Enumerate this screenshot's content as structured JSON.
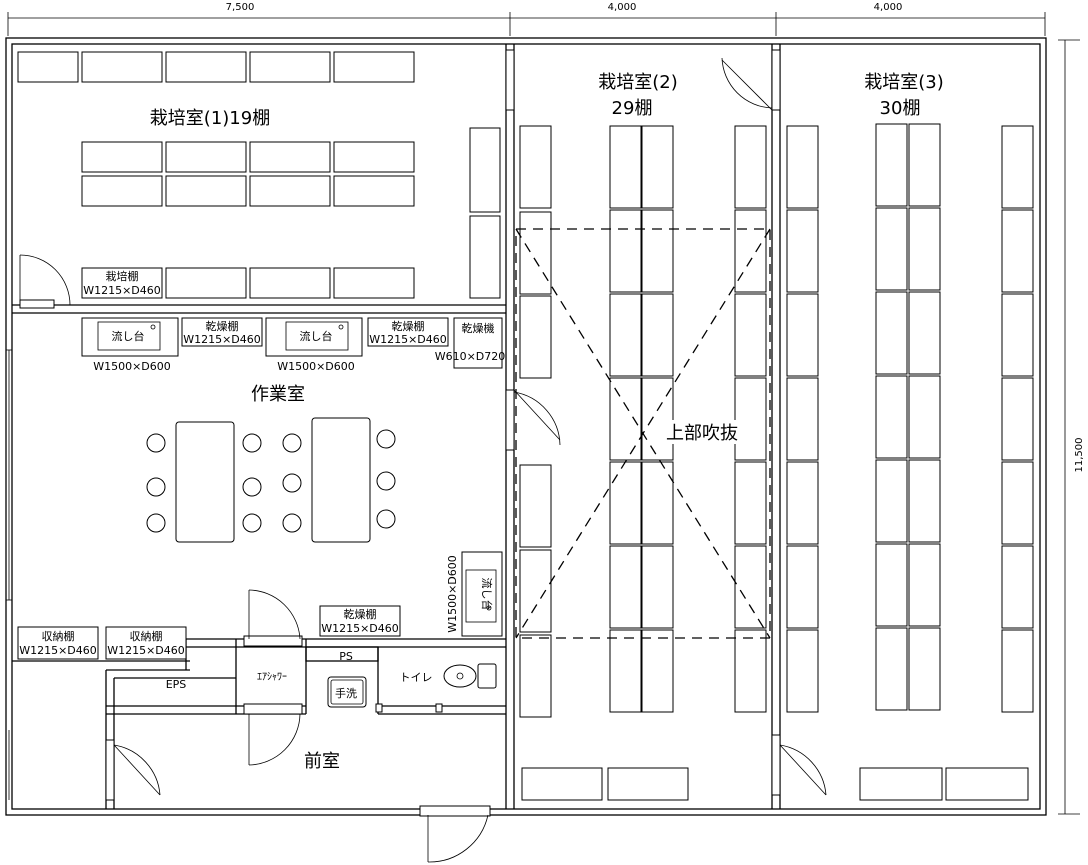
{
  "dimensions": {
    "top": [
      "7,500",
      "4,000",
      "4,000"
    ],
    "right": "11,500"
  },
  "rooms": {
    "cultivation1": "栽培室(1)19棚",
    "cultivation2_line1": "栽培室(2)",
    "cultivation2_line2": "29棚",
    "cultivation3_line1": "栽培室(3)",
    "cultivation3_line2": "30棚",
    "workroom": "作業室",
    "open_above": "上部吹抜",
    "anteroom": "前室",
    "toilet": "トイレ",
    "air_shower": "ｴｱｼｬﾜｰ",
    "eps": "EPS",
    "ps": "PS"
  },
  "fixtures": {
    "shelf_label": "栽培棚",
    "shelf_size": "W1215×D460",
    "sink_label": "流し台",
    "sink_size": "W1500×D600",
    "dry_shelf_label": "乾燥棚",
    "dry_shelf_size": "W1215×D460",
    "dryer_label": "乾燥機",
    "dryer_size": "W610×D720",
    "storage_label": "収納棚",
    "storage_size": "W1215×D460",
    "handwash_label": "手洗"
  }
}
